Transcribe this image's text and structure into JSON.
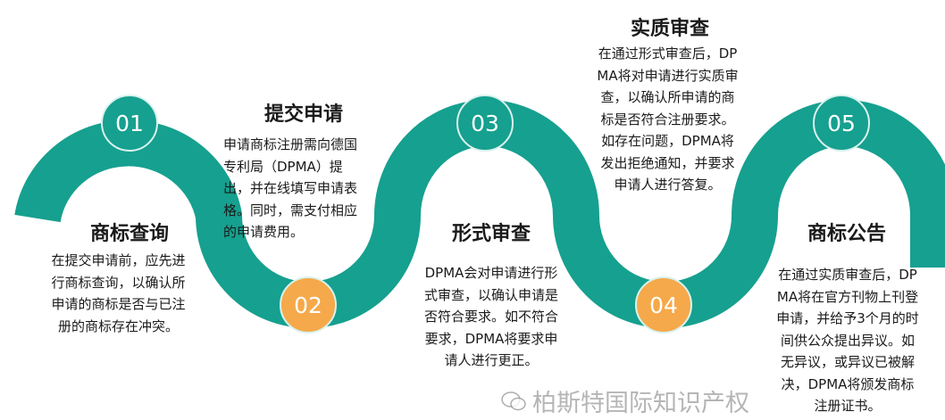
{
  "colors": {
    "wave": "#16a08f",
    "odd_circle": "#16a08f",
    "even_circle": "#f5a94a"
  },
  "steps": [
    {
      "num": "01",
      "title": "商标查询",
      "lines": [
        "在提交申请前，应先进",
        "行商标查询，以确认所",
        "申请的商标是否与已注",
        "册的商标存在冲突。"
      ]
    },
    {
      "num": "02",
      "title": "提交申请",
      "lines": [
        "申请商标注册需向德国",
        "专利局（DPMA）提",
        "出，并在线填写申请表",
        "格。同时，需支付相应",
        "的申请费用。"
      ]
    },
    {
      "num": "03",
      "title": "形式审查",
      "lines": [
        "DPMA会对申请进行形",
        "式审查，以确认申请是",
        "否符合要求。如不符合",
        "要求，DPMA将要求申",
        "请人进行更正。"
      ]
    },
    {
      "num": "04",
      "title": "实质审查",
      "lines": [
        "在通过形式审查后，DP",
        "MA将对申请进行实质审",
        "查，以确认所申请的商",
        "标是否符合注册要求。",
        "如存在问题，DPMA将",
        "发出拒绝通知，并要求",
        "申请人进行答复。"
      ]
    },
    {
      "num": "05",
      "title": "商标公告",
      "lines": [
        "在通过实质审查后，DP",
        "MA将在官方刊物上刊登",
        "申请，并给予3个月的时",
        "间供公众提出异议。如",
        "无异议，或异议已被解",
        "决，DPMA将颁发商标",
        "注册证书。"
      ]
    }
  ],
  "watermark": {
    "icon": "wechat-icon",
    "text": "柏斯特国际知识产权"
  }
}
